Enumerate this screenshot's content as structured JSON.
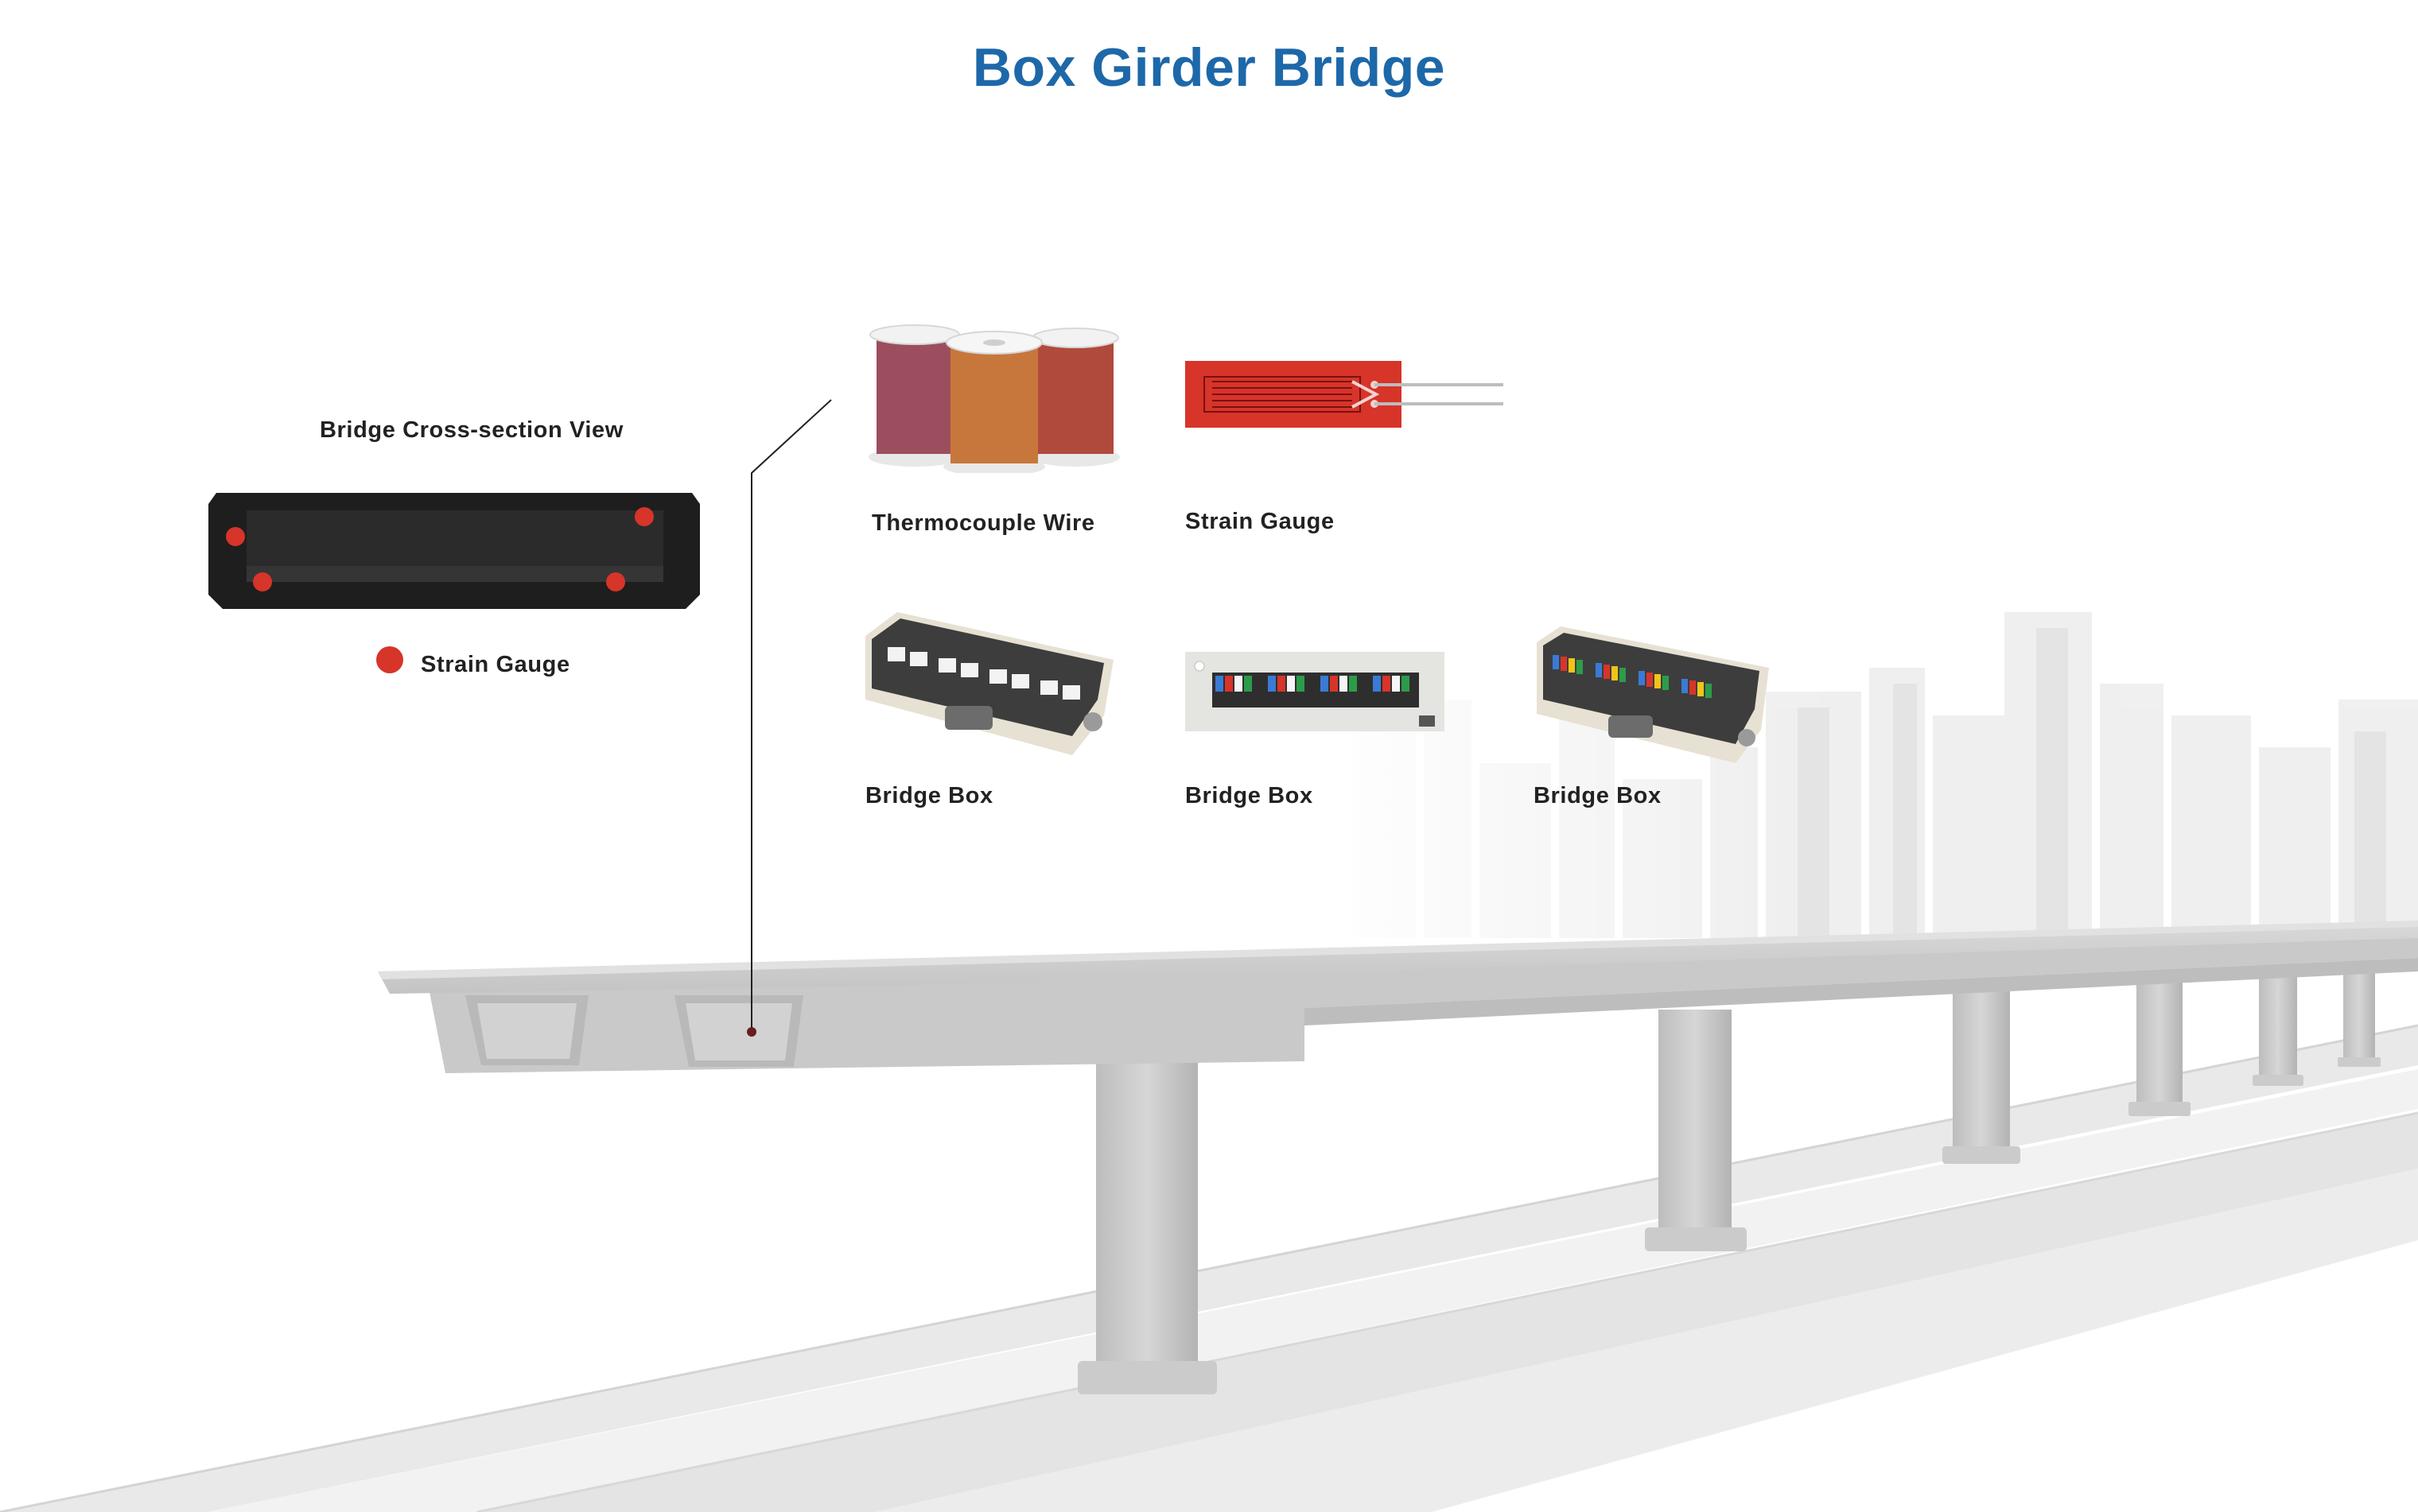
{
  "title": "Box Girder Bridge",
  "cross_section": {
    "heading": "Bridge Cross-section View",
    "legend_label": "Strain Gauge",
    "gauge_color": "#d7342a"
  },
  "products": [
    {
      "label": "Thermocouple Wire",
      "icon": "thermocouple-wire-spools"
    },
    {
      "label": "Strain Gauge",
      "icon": "strain-gauge"
    },
    {
      "label": "Bridge Box",
      "icon": "bridge-box"
    },
    {
      "label": "Bridge Box",
      "icon": "bridge-box"
    },
    {
      "label": "Bridge Box",
      "icon": "bridge-box"
    }
  ],
  "colors": {
    "title": "#1d68a9",
    "bridge": "#c8c8c8",
    "cross_section": "#1e1e1e"
  }
}
